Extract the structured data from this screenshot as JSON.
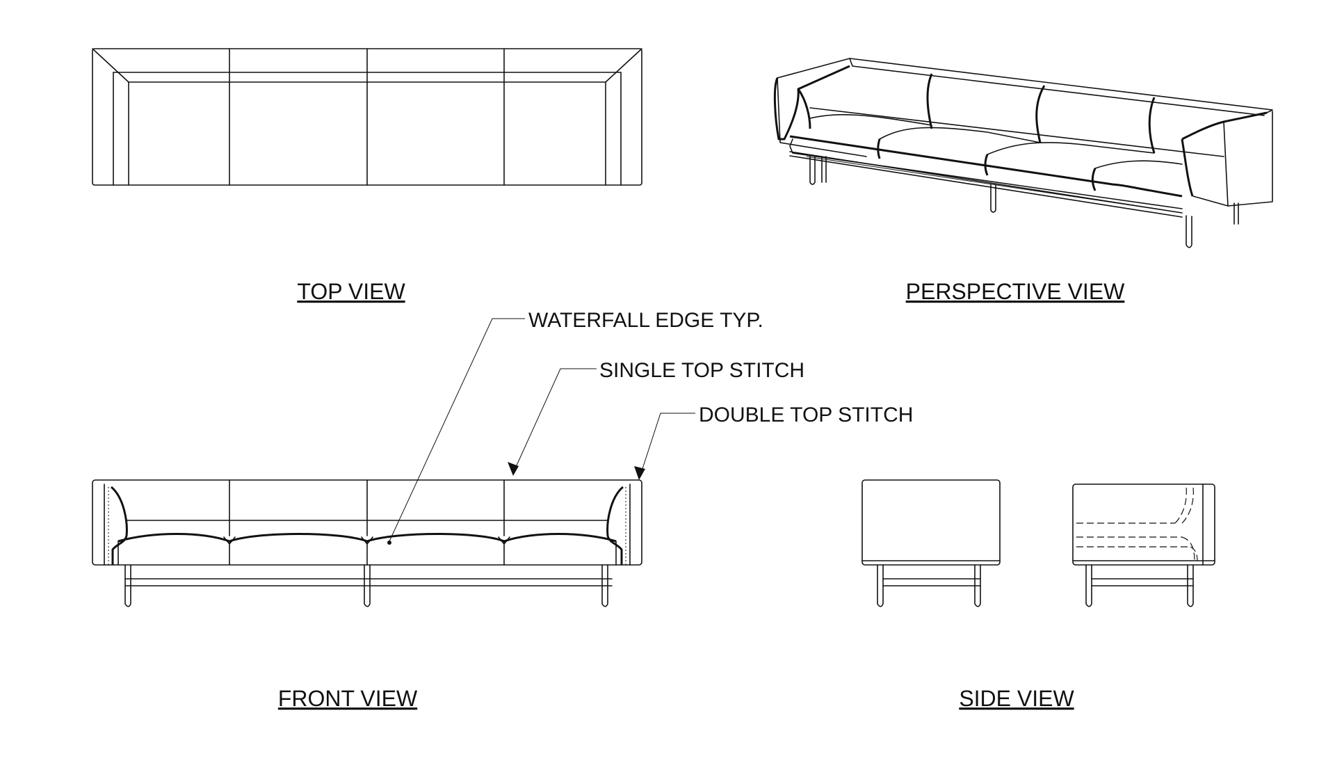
{
  "views": {
    "top": "TOP VIEW",
    "perspective": "PERSPECTIVE VIEW",
    "front": "FRONT VIEW",
    "side": "SIDE VIEW"
  },
  "callouts": {
    "waterfall": "WATERFALL EDGE TYP.",
    "single_stitch": "SINGLE TOP STITCH",
    "double_stitch": "DOUBLE TOP STITCH"
  }
}
